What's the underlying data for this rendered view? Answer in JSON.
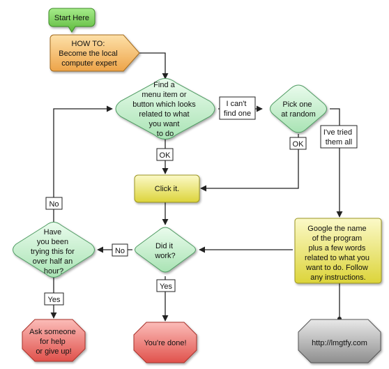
{
  "nodes": {
    "start": {
      "text": "Start Here"
    },
    "howto": {
      "lines": [
        "HOW TO:",
        "Become the local",
        "computer expert"
      ]
    },
    "find": {
      "lines": [
        "Find a",
        "menu item or",
        "button which looks",
        "related to what",
        "you want",
        "to do"
      ]
    },
    "pick": {
      "lines": [
        "Pick one",
        "at random"
      ]
    },
    "click": {
      "lines": [
        "Click it."
      ]
    },
    "work": {
      "lines": [
        "Did it",
        "work?"
      ]
    },
    "half": {
      "lines": [
        "Have",
        "you  been",
        "trying this for",
        "over half an",
        "hour?"
      ]
    },
    "google": {
      "lines": [
        "Google the name",
        "of the program",
        "plus a few words",
        "related to what you",
        "want to do. Follow",
        "any instructions."
      ]
    },
    "help": {
      "lines": [
        "Ask someone",
        "for help",
        "or give up!"
      ]
    },
    "done": {
      "lines": [
        "You're done!"
      ]
    },
    "lmgtfy": {
      "lines": [
        "http://lmgtfy.com"
      ]
    }
  },
  "edge_labels": {
    "cant_find": [
      "I can't",
      "find one"
    ],
    "ok_find": [
      "OK"
    ],
    "ok_pick": [
      "OK"
    ],
    "tried_all": [
      "I've tried",
      "them all"
    ],
    "no_work": [
      "No"
    ],
    "yes_work": [
      "Yes"
    ],
    "no_half": [
      "No"
    ],
    "yes_half": [
      "Yes"
    ]
  },
  "colors": {
    "start_fill": "#7ed35c",
    "howto_fill": "#f6c474",
    "decision_fill": "#c6f0cf",
    "action_fill": "#eeea85",
    "stop_fill": "#f07d78",
    "gray_fill": "#b5b5b5"
  }
}
